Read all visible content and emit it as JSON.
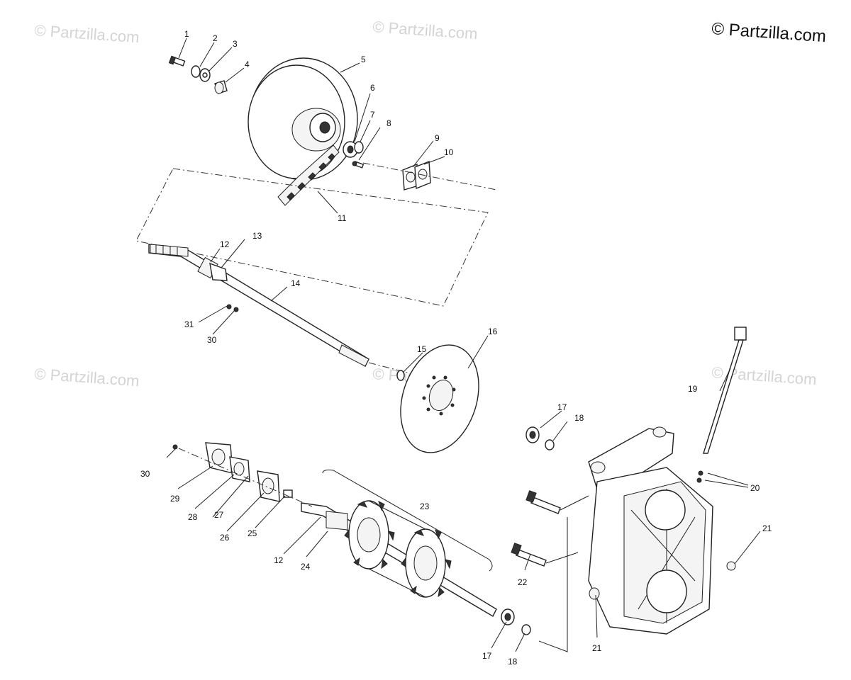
{
  "watermarks": [
    {
      "text": "© Partzilla.com"
    },
    {
      "text": "© Partzilla.com"
    },
    {
      "text": "© Partzilla.com"
    },
    {
      "text": "© Partzilla.com"
    },
    {
      "text": "© Partzilla.com"
    }
  ],
  "copyright": "© Partzilla.com",
  "callouts": [
    {
      "label": "1"
    },
    {
      "label": "2"
    },
    {
      "label": "3"
    },
    {
      "label": "4"
    },
    {
      "label": "5"
    },
    {
      "label": "6"
    },
    {
      "label": "7"
    },
    {
      "label": "8"
    },
    {
      "label": "9"
    },
    {
      "label": "10"
    },
    {
      "label": "11"
    },
    {
      "label": "12"
    },
    {
      "label": "13"
    },
    {
      "label": "14"
    },
    {
      "label": "31"
    },
    {
      "label": "30"
    },
    {
      "label": "15"
    },
    {
      "label": "16"
    },
    {
      "label": "19"
    },
    {
      "label": "17"
    },
    {
      "label": "18"
    },
    {
      "label": "20"
    },
    {
      "label": "21"
    },
    {
      "label": "22"
    },
    {
      "label": "21"
    },
    {
      "label": "17"
    },
    {
      "label": "18"
    },
    {
      "label": "23"
    },
    {
      "label": "30"
    },
    {
      "label": "29"
    },
    {
      "label": "28"
    },
    {
      "label": "27"
    },
    {
      "label": "26"
    },
    {
      "label": "25"
    },
    {
      "label": "12"
    },
    {
      "label": "24"
    }
  ]
}
